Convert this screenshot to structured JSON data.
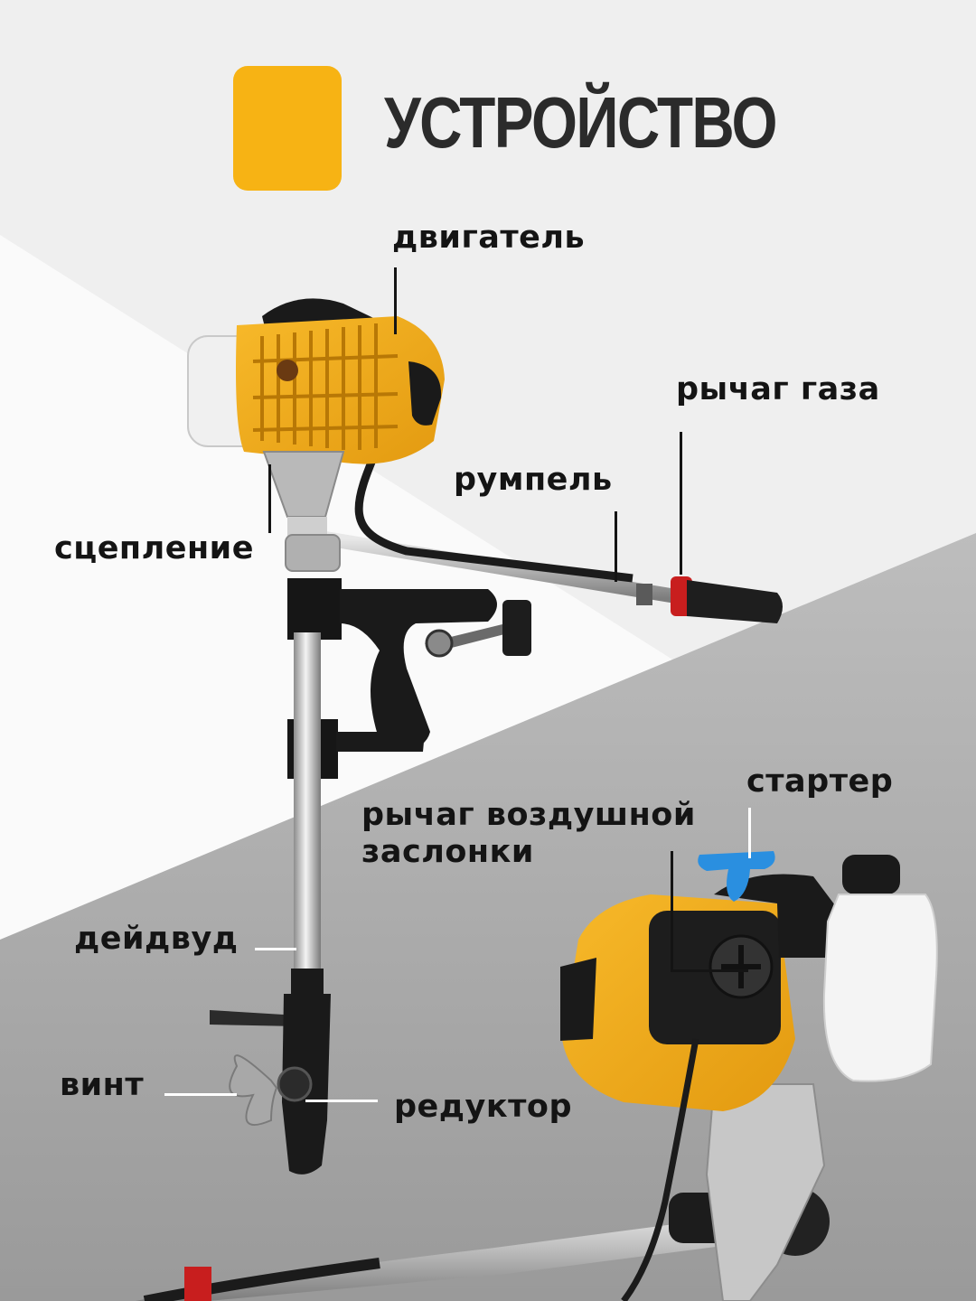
{
  "header": {
    "title": "УСТРОЙСТВО",
    "icon": "gear-circuit-icon",
    "accent_color": "#f7b314"
  },
  "labels": {
    "engine": "двигатель",
    "throttle_lever": "рычаг газа",
    "tiller": "румпель",
    "clutch": "сцепление",
    "starter": "стартер",
    "choke_lever": "рычаг воздушной заслонки",
    "shaft": "дейдвуд",
    "propeller": "винт",
    "gearbox": "редуктор"
  },
  "colors": {
    "engine_body": "#f2a81c",
    "background_light": "#f1f1f1",
    "background_dark": "#a7a7a7",
    "starter_handle": "#2a8fe0"
  }
}
